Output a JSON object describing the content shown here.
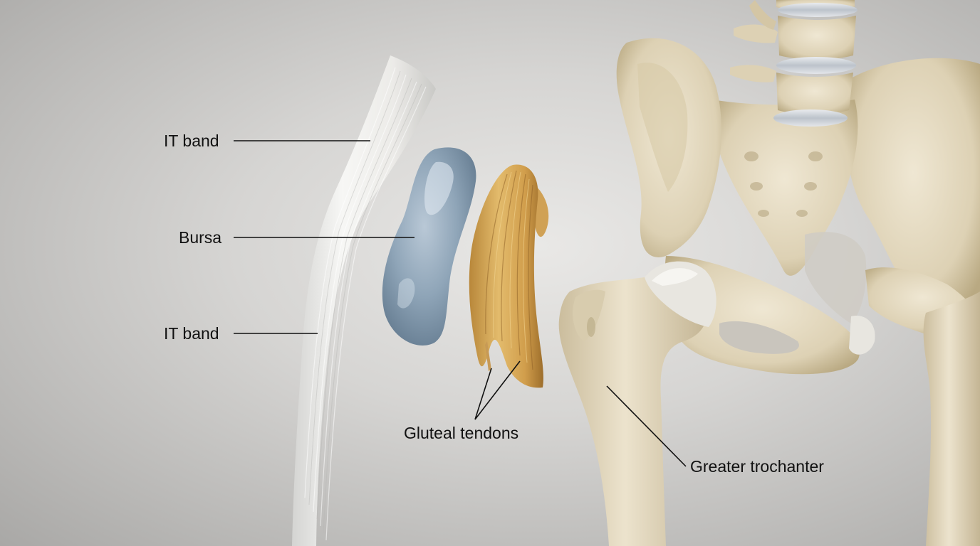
{
  "labels": {
    "it_band_top": "IT band",
    "bursa": "Bursa",
    "it_band_bottom": "IT band",
    "gluteal_tendons": "Gluteal tendons",
    "greater_trochanter": "Greater trochanter"
  },
  "colors": {
    "bone": "#e6dcc4",
    "bursa": "#8fa5b8",
    "tendon": "#d9ad5c",
    "it_band": "#f3f3f1",
    "cartilage": "#e8e6e0",
    "leader_line": "#111111"
  }
}
